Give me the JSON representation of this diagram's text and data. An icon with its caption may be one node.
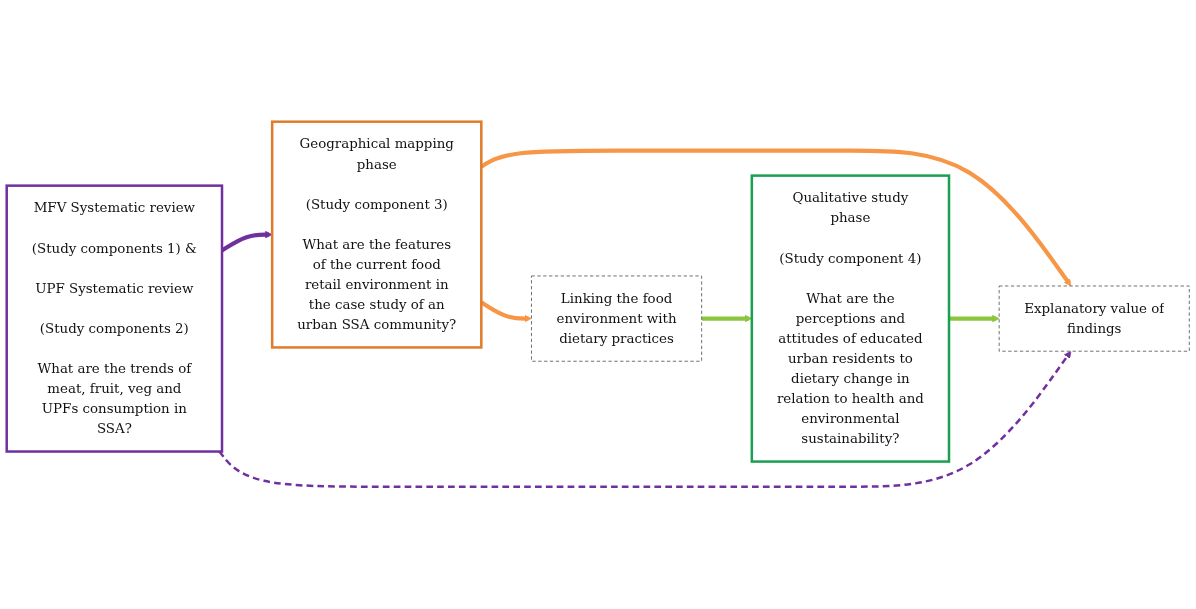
{
  "diagram": {
    "nodes": [
      {
        "text": [
          "MFV Systematic review",
          "(Study components 1) &",
          "UPF Systematic review",
          "(Study components 2)",
          "What are the trends of meat, fruit, veg and UPFs consumption in SSA?"
        ]
      },
      {
        "text": [
          "Geographical mapping phase",
          "(Study component 3)",
          "What are the features of the current food retail environment in the case study of an urban SSA community?"
        ]
      },
      {
        "text": [
          "Linking the food environment with dietary practices"
        ]
      },
      {
        "text": [
          "Explanatory value of findings"
        ]
      },
      {
        "text": [
          "Qualitative study phase",
          "(Study component 4)",
          "What are the perceptions and attitudes of educated urban residents to dietary change in relation to health and environmental sustainability?"
        ]
      }
    ],
    "edges": [
      {
        "from": 0,
        "to": 1,
        "arrow": "to",
        "color": "#7030a0"
      },
      {
        "from": 1,
        "to": 2,
        "arrow": "to",
        "color": "#f79646"
      },
      {
        "from": 1,
        "to": 3,
        "arrow": "to",
        "color": "#f79646"
      },
      {
        "from": 2,
        "to": 4,
        "arrow": "to",
        "color": "#8cc63f"
      },
      {
        "from": 4,
        "to": 3,
        "arrow": "to",
        "color": "#8cc63f"
      },
      {
        "from": 0,
        "to": 3,
        "arrow": "to",
        "style": "dashed",
        "color": "#7030a0"
      }
    ]
  }
}
